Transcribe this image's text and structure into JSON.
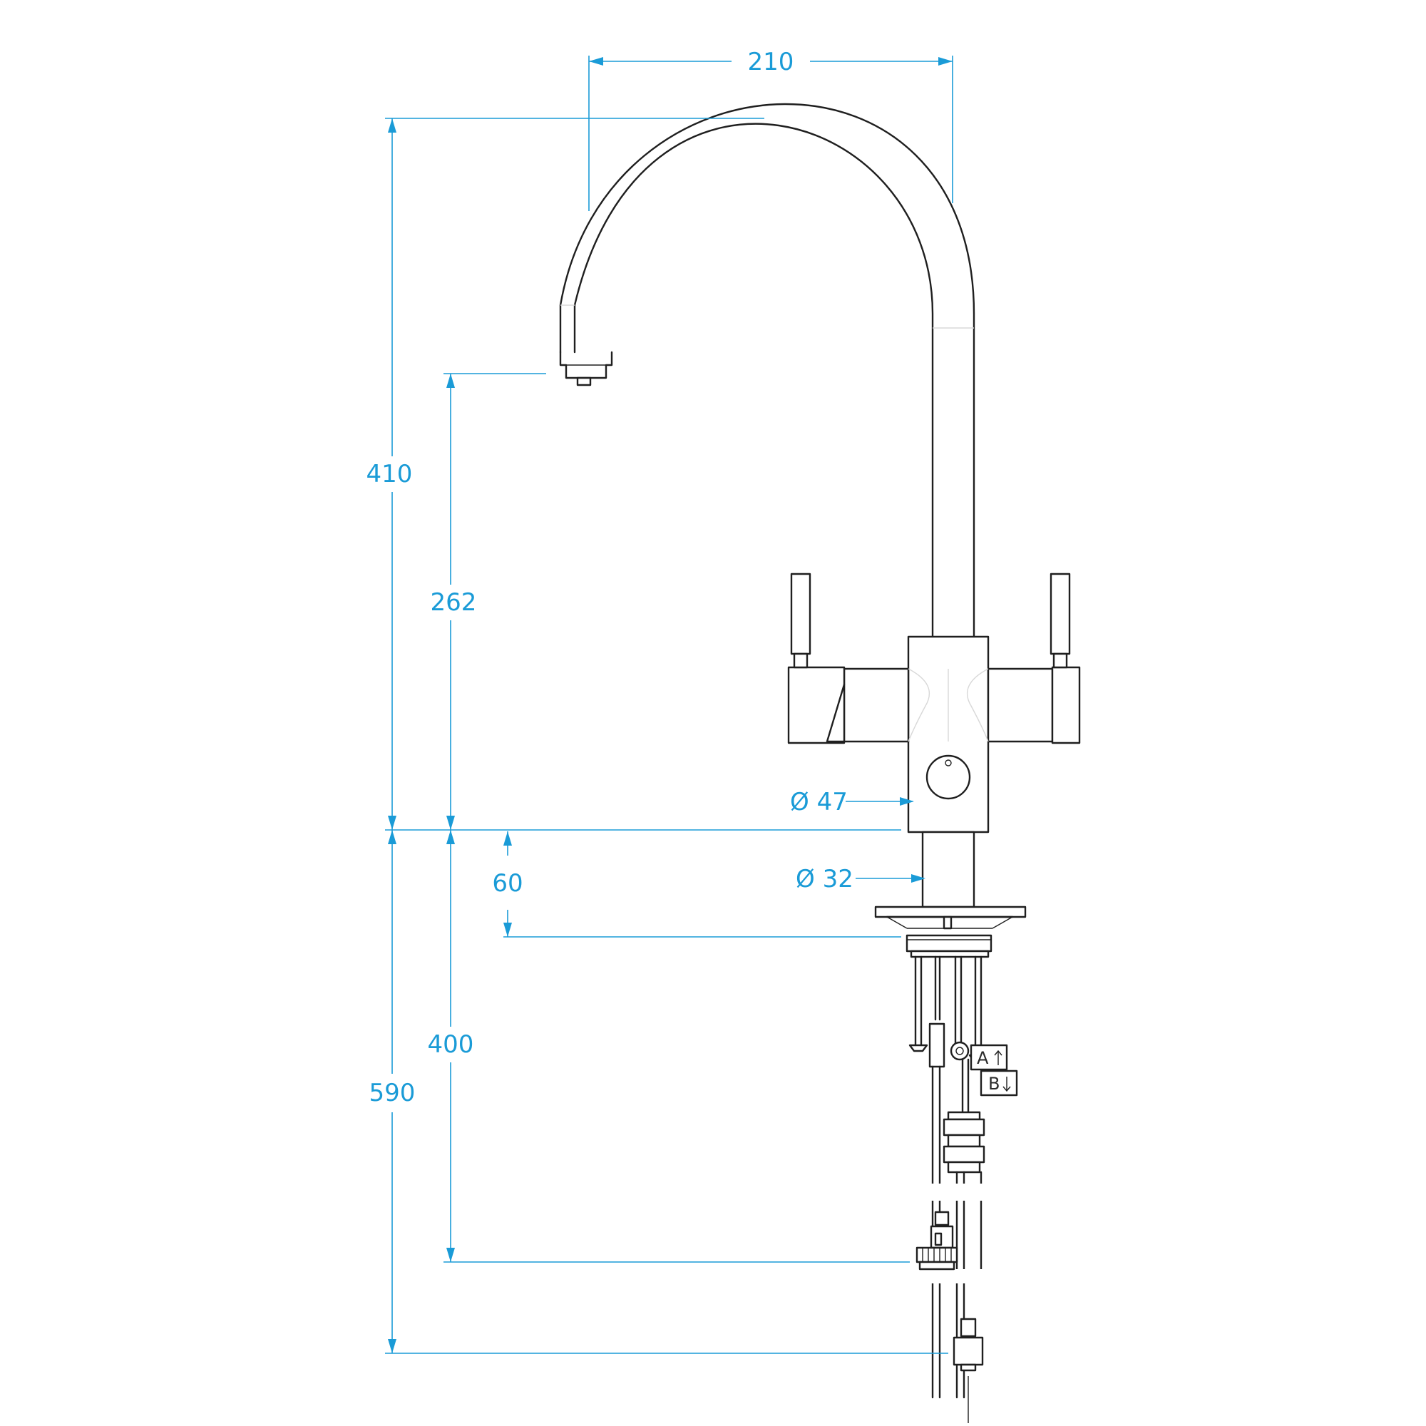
{
  "dimensions": {
    "spout_reach": "210",
    "total_height": "410",
    "spout_height": "262",
    "body_diameter": "Ø 47",
    "shank_diameter": "Ø 32",
    "base_height": "60",
    "hose_length": "400",
    "total_below": "590"
  },
  "markings": {
    "port_a": "A",
    "port_b": "B"
  },
  "colors": {
    "dimension": "#1a9bd7",
    "outline": "#1f1f1f"
  }
}
